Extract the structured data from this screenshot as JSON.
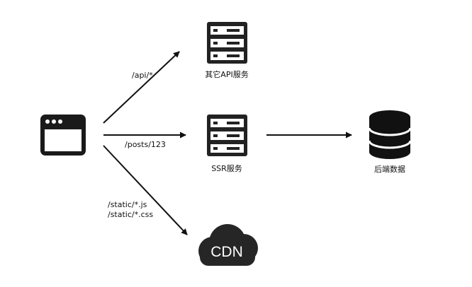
{
  "nodes": {
    "browser": {
      "icon": "browser-window-icon"
    },
    "api_server": {
      "icon": "server-rack-icon",
      "label": "其它API服务"
    },
    "ssr_server": {
      "icon": "server-rack-icon",
      "label": "SSR服务"
    },
    "database": {
      "icon": "database-icon",
      "label": "后端数据"
    },
    "cdn": {
      "icon": "cloud-icon",
      "label": "CDN"
    }
  },
  "edges": {
    "api": {
      "label": "/api/*"
    },
    "posts": {
      "label": "/posts/123"
    },
    "static": {
      "labels": [
        "/static/*.js",
        "/static/*.css"
      ]
    }
  },
  "colors": {
    "ink": "#111111",
    "background": "#ffffff"
  }
}
